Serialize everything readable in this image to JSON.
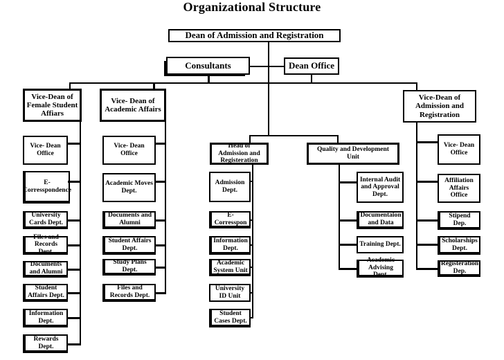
{
  "title": "Organizational Structure",
  "colors": {
    "line": "#000000",
    "background": "#ffffff",
    "text": "#000000"
  },
  "root": {
    "label": "Dean of Admission and Registration"
  },
  "level2": {
    "consultants": "Consultants",
    "dean_office": "Dean Office"
  },
  "branches": {
    "female": {
      "header": "Vice-Dean of Female Student Affiars",
      "items": [
        "Vice- Dean Office",
        "E-Corresspondence",
        "University Cards Dept.",
        "Files and Records Dept.",
        "Documents and Alumni",
        "Student Affairs Dept.",
        "Information Dept.",
        "Rewards Dept."
      ]
    },
    "academic": {
      "header": "Vice- Dean of Academic Affairs",
      "items": [
        "Vice- Dean Office",
        "Academic Moves Dept.",
        "Documents and Alumni",
        "Student Affairs Dept.",
        "Study Plans Dept.",
        "Files and Records Dept."
      ]
    },
    "head_admission": {
      "header": "Head of Admission and Registeration",
      "items": [
        "Admission Dept.",
        "E-Corresspon",
        "Information Dept.",
        "Academic System Unit",
        "University ID Unit",
        "Student Cases Dept."
      ]
    },
    "quality": {
      "header": "Quality and Development Unit",
      "items": [
        "Internal Audit and Approval Dept.",
        "Documentaion and Data",
        "Training Dept.",
        "Academic Advising Dept."
      ]
    },
    "vd_admission": {
      "header": "Vice-Dean of Admission and Registration",
      "items": [
        "Vice- Dean Office",
        "Affiliation Affairs Office",
        "Stipend Dep.",
        "Scholarships Dept.",
        "Registeration Dep."
      ]
    }
  }
}
